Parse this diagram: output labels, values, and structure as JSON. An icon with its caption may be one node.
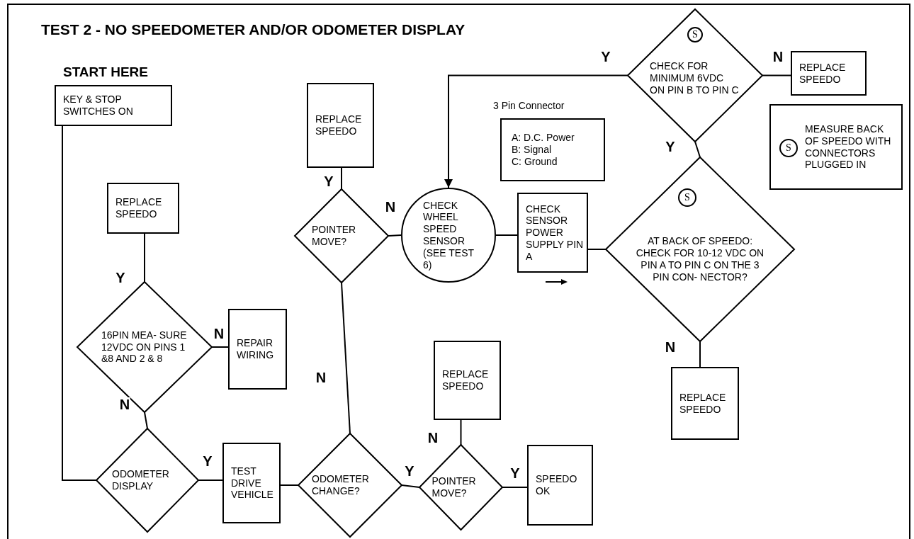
{
  "diagram": {
    "title": "TEST 2 - NO SPEEDOMETER AND/OR ODOMETER DISPLAY",
    "nodes": [
      {
        "text": [
          "START HERE",
          "KEY & STOP SWITCHES ON"
        ]
      },
      {
        "text": [
          "REPLACE SPEEDO"
        ]
      },
      {
        "text": [
          "16PIN MEA- SURE 12VDC ON PINS 1 &8 AND 2 & 8"
        ]
      },
      {
        "text": [
          "REPAIR WIRING"
        ]
      },
      {
        "text": [
          "ODOMETER DISPLAY"
        ]
      },
      {
        "text": [
          "TEST DRIVE VEHICLE"
        ]
      },
      {
        "text": [
          "ODOMETER CHANGE?"
        ]
      },
      {
        "text": [
          "POINTER MOVE?"
        ]
      },
      {
        "text": [
          "REPLACE SPEEDO"
        ]
      },
      {
        "text": [
          "SPEEDO OK"
        ]
      },
      {
        "text": [
          "REPLACE SPEEDO"
        ]
      },
      {
        "text": [
          "POINTER MOVE?"
        ]
      },
      {
        "text": [
          "CHECK WHEEL SPEED SENSOR (SEE TEST 6)"
        ]
      },
      {
        "text": [
          "CHECK SENSOR POWER SUPPLY PIN A"
        ]
      },
      {
        "text": [
          "AT BACK OF SPEEDO: CHECK FOR 10-12 VDC ON PIN A TO PIN C ON THE 3 PIN CON- NECTOR?"
        ]
      },
      {
        "text": [
          "CHECK FOR MINIMUM 6VDC ON PIN B TO PIN C"
        ]
      },
      {
        "text": [
          "REPLACE SPEEDO"
        ]
      },
      {
        "text": [
          "MEASURE BACK OF SPEEDO WITH CONNECTORS PLUGGED IN"
        ]
      },
      {
        "text": [
          "3 Pin Connector",
          "A: D.C. Power",
          "B: Signal",
          "C: Ground"
        ]
      },
      {
        "text": [
          "REPLACE SPEEDO"
        ]
      },
      {
        "text": [
          "S"
        ],
        "in": 15
      },
      {
        "text": [
          "S"
        ],
        "in": 14
      },
      {
        "text": [
          "S"
        ],
        "in": 17
      }
    ],
    "edges": [
      {
        "from": 0,
        "to": 4,
        "arrow": "none"
      },
      {
        "from": 4,
        "to": 2,
        "arrow": "none",
        "label": "N"
      },
      {
        "from": 2,
        "to": 1,
        "arrow": "none",
        "label": "Y"
      },
      {
        "from": 2,
        "to": 3,
        "arrow": "none",
        "label": "N"
      },
      {
        "from": 4,
        "to": 5,
        "arrow": "none",
        "label": "Y"
      },
      {
        "from": 5,
        "to": 6,
        "arrow": "none"
      },
      {
        "from": 6,
        "to": 7,
        "arrow": "none",
        "label": "Y"
      },
      {
        "from": 7,
        "to": 9,
        "arrow": "none",
        "label": "Y"
      },
      {
        "from": 7,
        "to": 8,
        "arrow": "none",
        "label": "N"
      },
      {
        "from": 6,
        "to": 11,
        "arrow": "none",
        "label": "N"
      },
      {
        "from": 11,
        "to": 10,
        "arrow": "none",
        "label": "Y"
      },
      {
        "from": 11,
        "to": 12,
        "arrow": "none",
        "label": "N"
      },
      {
        "from": 12,
        "to": 13,
        "arrow": "none"
      },
      {
        "from": 13,
        "to": 14,
        "arrow": "none"
      },
      {
        "from": 14,
        "to": 15,
        "arrow": "none",
        "label": "Y"
      },
      {
        "from": 14,
        "to": 19,
        "arrow": "none",
        "label": "N"
      },
      {
        "from": 15,
        "to": 16,
        "arrow": "none",
        "label": "N"
      },
      {
        "from": 15,
        "to": 12,
        "arrow": "to",
        "label": "Y"
      }
    ]
  }
}
